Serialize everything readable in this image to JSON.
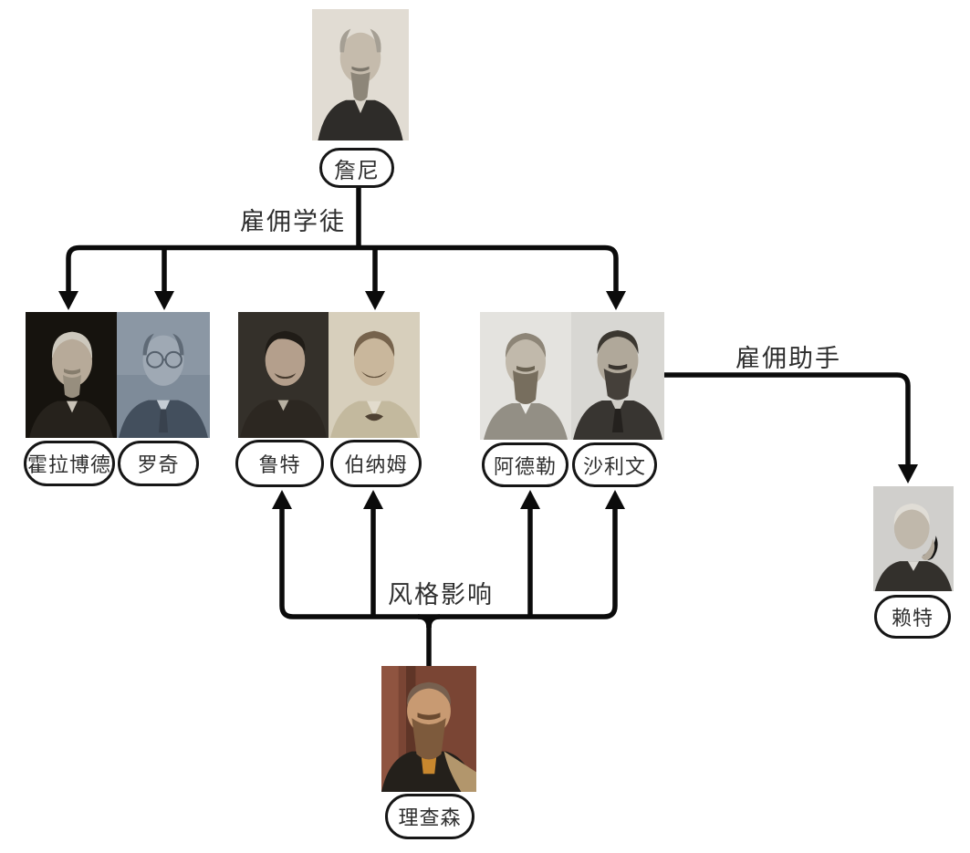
{
  "diagram": {
    "background_color": "#ffffff",
    "line_color": "#0b0b0b",
    "text_color": "#2f2f2f",
    "pill_background": "#ffffff",
    "pill_border_color": "#161616"
  },
  "nodes": {
    "jenney": {
      "label": "詹尼"
    },
    "holabird": {
      "label": "霍拉博德"
    },
    "roche": {
      "label": "罗奇"
    },
    "root": {
      "label": "鲁特"
    },
    "burnham": {
      "label": "伯纳姆"
    },
    "adler": {
      "label": "阿德勒"
    },
    "sullivan": {
      "label": "沙利文"
    },
    "wright": {
      "label": "赖特"
    },
    "richardson": {
      "label": "理查森"
    }
  },
  "edges": {
    "apprentice": {
      "label": "雇佣学徒"
    },
    "assistant": {
      "label": "雇佣助手"
    },
    "influence": {
      "label": "风格影响"
    }
  }
}
